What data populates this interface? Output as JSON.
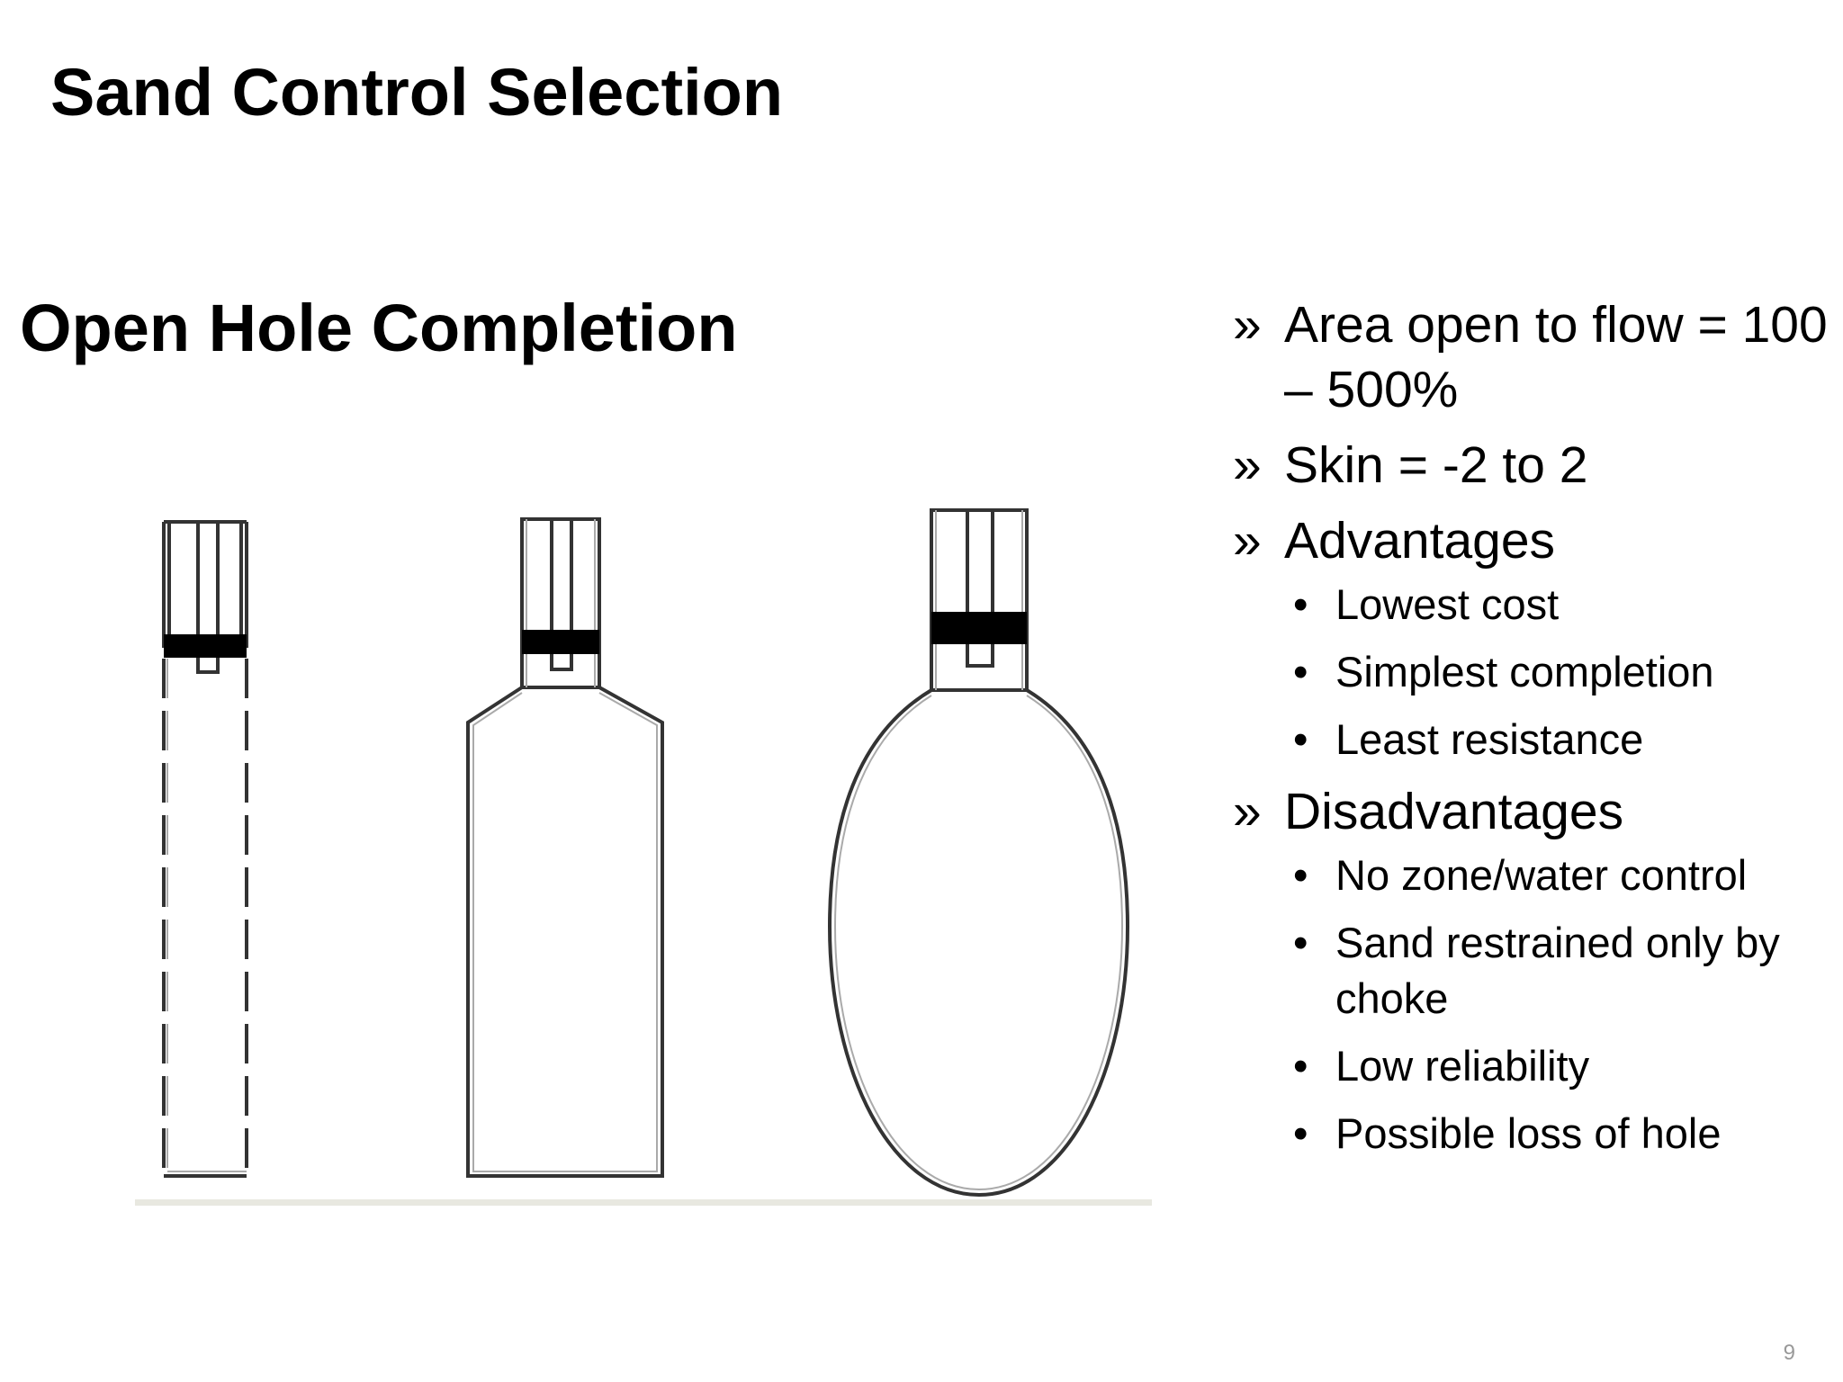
{
  "slide": {
    "title": "Sand Control Selection",
    "subtitle": "Open Hole Completion",
    "page_number": "9"
  },
  "bullet_marker": "»",
  "sub_marker": "•",
  "bullets": [
    {
      "text": "Area open to flow = 100 – 500%",
      "subs": []
    },
    {
      "text": "Skin = -2 to 2",
      "subs": []
    },
    {
      "text": "Advantages",
      "subs": [
        "Lowest cost",
        "Simplest completion",
        "Least resistance"
      ]
    },
    {
      "text": "Disadvantages",
      "subs": [
        "No zone/water control",
        "Sand restrained only by choke",
        "Low reliability",
        "Possible loss of hole"
      ]
    }
  ],
  "diagram": {
    "wells": [
      {
        "name": "straight-open-hole",
        "description_shape": "dashed-straight-wall"
      },
      {
        "name": "enlarged-open-hole",
        "description_shape": "shouldered-enlarged-hole"
      },
      {
        "name": "washed-out-open-hole",
        "description_shape": "elliptical-cavity"
      }
    ],
    "colors": {
      "line": "#333333",
      "packer": "#000000",
      "ground": "#e8e8e0"
    }
  }
}
